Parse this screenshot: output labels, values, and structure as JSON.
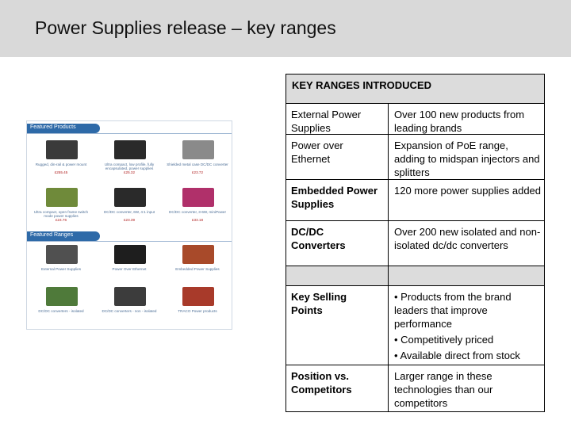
{
  "slide": {
    "title": "Power Supplies release – key ranges"
  },
  "panel": {
    "featured_products_label": "Featured Products",
    "featured_ranges_label": "Featured Ranges",
    "products": [
      {
        "caption": "Rugged, din-rail & power mount",
        "price": "£255.45",
        "color": "#3a3a3a"
      },
      {
        "caption": "Ultra compact, low profile, fully encapsulated, power supplies",
        "price": "£25.32",
        "color": "#2a2a2a"
      },
      {
        "caption": "Shielded metal case DC/DC converter",
        "price": "£23.72",
        "color": "#8a8a8a"
      },
      {
        "caption": "Ultra compact, open frame switch mode power supplies",
        "price": "£24.76",
        "color": "#6f8a3a"
      },
      {
        "caption": "DC/DC converter, 6W, 4:1 input",
        "price": "£23.39",
        "color": "#2a2a2a"
      },
      {
        "caption": "DC/DC converter, 3-6W, miniPower",
        "price": "£33.18",
        "color": "#b0306a"
      }
    ],
    "ranges": [
      {
        "caption": "External Power Supplies",
        "color": "#505050"
      },
      {
        "caption": "Power Over Ethernet",
        "color": "#1e1e1e"
      },
      {
        "caption": "Embedded Power Supplies",
        "color": "#a84a2a"
      },
      {
        "caption": "DC/DC converters - isolated",
        "color": "#4f7a3a"
      },
      {
        "caption": "DC/DC converters - non - isolated",
        "color": "#3c3c3c"
      },
      {
        "caption": "TRACO Power products",
        "color": "#a83a2a"
      }
    ]
  },
  "table": {
    "header": "KEY RANGES INTRODUCED",
    "rows": [
      {
        "label": "External Power Supplies",
        "value": "Over 100 new products from leading brands"
      },
      {
        "label": "Power over Ethernet",
        "value": "Expansion of PoE range, adding to midspan injectors and splitters"
      },
      {
        "label": "Embedded Power Supplies",
        "value": "120 more power supplies added"
      },
      {
        "label": "DC/DC Converters",
        "value": "Over 200 new isolated and non-isolated dc/dc converters"
      }
    ],
    "selling": {
      "label": "Key Selling Points",
      "bullets": [
        "• Products from the brand leaders that improve performance",
        "• Competitively priced",
        "• Available direct from stock"
      ]
    },
    "competitors": {
      "label": "Position vs. Competitors",
      "value": "Larger range in these technologies than our competitors"
    }
  }
}
